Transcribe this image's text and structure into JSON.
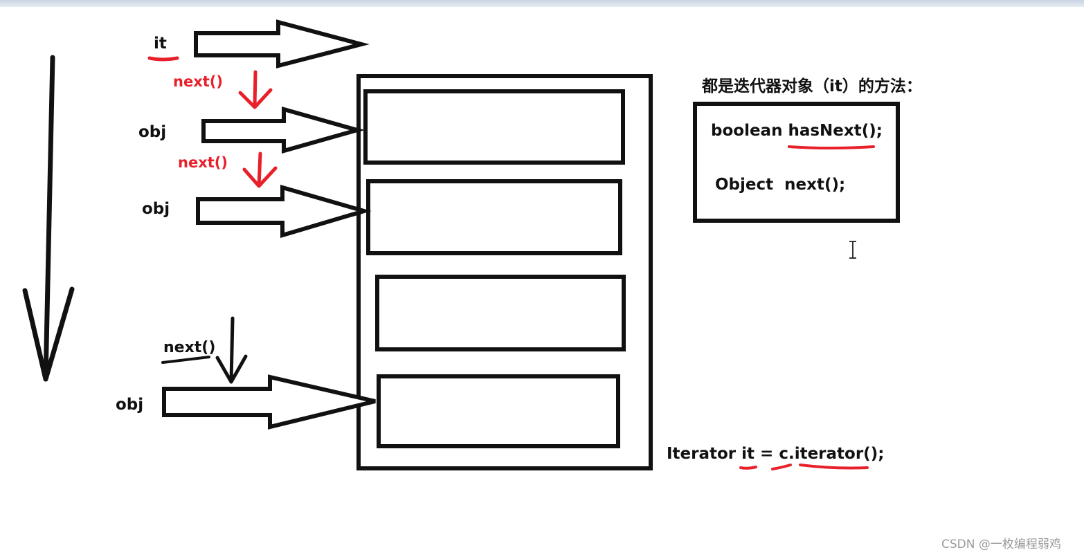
{
  "labels": {
    "it_var": "it",
    "next_1": "next()",
    "obj_1": "obj",
    "next_2": "next()",
    "obj_2": "obj",
    "next_3": "next()",
    "obj_3": "obj"
  },
  "methods_panel": {
    "title": "都是迭代器对象（it）的方法：",
    "method_1": "boolean hasNext();",
    "method_2": "Object  next();"
  },
  "code_line": "Iterator it = c.iterator();",
  "watermark": "CSDN @一枚编程弱鸡",
  "colors": {
    "ink": "#111111",
    "annotation_red": "#e8202a",
    "watermark": "#9a9a9a"
  }
}
